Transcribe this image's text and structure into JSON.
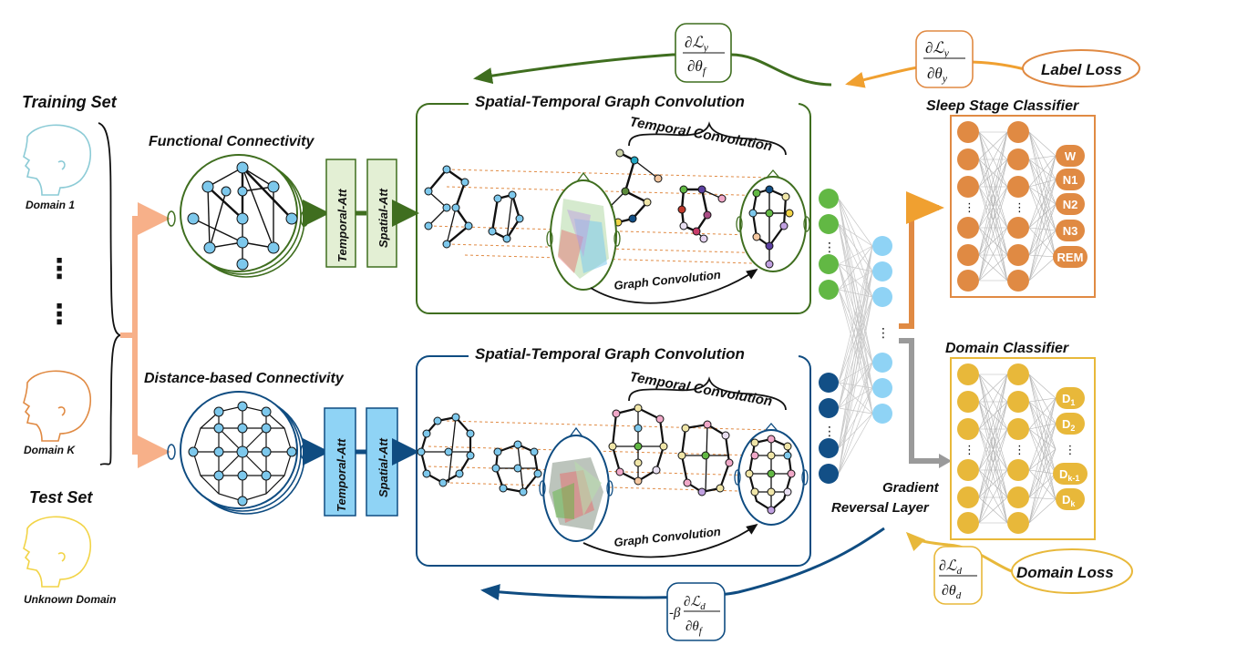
{
  "labels": {
    "training_set": "Training Set",
    "domain_1": "Domain 1",
    "domain_k": "Domain K",
    "test_set": "Test Set",
    "unknown_domain": "Unknown Domain",
    "vertical_dots": "⋮",
    "functional_connectivity": "Functional Connectivity",
    "distance_connectivity": "Distance-based Connectivity",
    "temporal_att": "Temporal-Att",
    "spatial_att": "Spatial-Att",
    "stgc_title": "Spatial-Temporal Graph Convolution",
    "temporal_convolution": "Temporal Convolution",
    "graph_convolution": "Graph Convolution",
    "sleep_stage_classifier": "Sleep Stage Classifier",
    "domain_classifier": "Domain Classifier",
    "gradient_reversal": "Gradient",
    "gradient_reversal_2": "Reversal Layer",
    "label_loss": "Label Loss",
    "domain_loss": "Domain Loss"
  },
  "formulas": {
    "grad_y_theta_f": {
      "num": "∂ℒ",
      "num_sub": "y",
      "den": "∂θ",
      "den_sub": "f"
    },
    "grad_y_theta_y": {
      "num": "∂ℒ",
      "num_sub": "y",
      "den": "∂θ",
      "den_sub": "y"
    },
    "grad_d_theta_d": {
      "num": "∂ℒ",
      "num_sub": "d",
      "den": "∂θ",
      "den_sub": "d"
    },
    "grad_d_theta_f": {
      "prefix": "-β",
      "num": "∂ℒ",
      "num_sub": "d",
      "den": "∂θ",
      "den_sub": "f"
    }
  },
  "sleep_stages": [
    "W",
    "N1",
    "N2",
    "N3",
    "REM"
  ],
  "domain_outputs": [
    {
      "main": "D",
      "sub": "1"
    },
    {
      "main": "D",
      "sub": "2"
    },
    {
      "main": "⋮",
      "sub": ""
    },
    {
      "main": "D",
      "sub": "k-1"
    },
    {
      "main": "D",
      "sub": "k"
    }
  ],
  "colors": {
    "green": "#3f6e1f",
    "blue": "#0f4c81",
    "orange": "#e08a43",
    "yellow": "#e8b83a",
    "salmon": "#f7b089",
    "cyan_node": "#7dc8ec",
    "light_blue": "#8fd3f5",
    "node_green": "#62b844",
    "node_navy": "#124f86",
    "grey": "#9a9a9a"
  }
}
